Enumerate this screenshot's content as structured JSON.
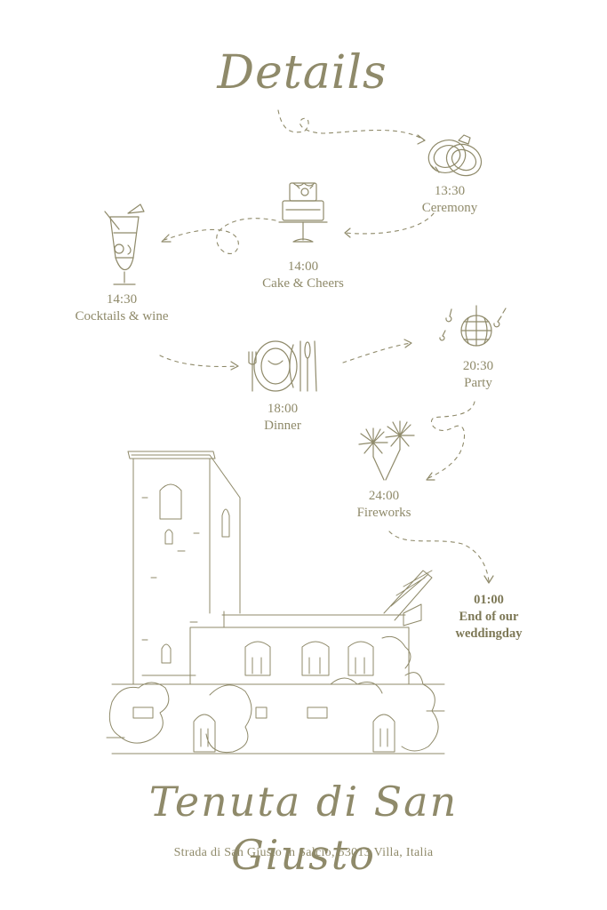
{
  "title": "Details",
  "events": [
    {
      "id": "ceremony",
      "time": "13:30",
      "label": "Ceremony",
      "icon": "wedding-rings-icon"
    },
    {
      "id": "cake",
      "time": "14:00",
      "label": "Cake & Cheers",
      "icon": "wedding-cake-icon"
    },
    {
      "id": "cocktails",
      "time": "14:30",
      "label": "Cocktails & wine",
      "icon": "cocktail-glass-icon"
    },
    {
      "id": "dinner",
      "time": "18:00",
      "label": "Dinner",
      "icon": "dinner-plate-cutlery-icon"
    },
    {
      "id": "party",
      "time": "20:30",
      "label": "Party",
      "icon": "disco-ball-icon"
    },
    {
      "id": "fireworks",
      "time": "24:00",
      "label": "Fireworks",
      "icon": "fireworks-icon"
    },
    {
      "id": "end",
      "time": "01:00",
      "label_line1": "End of our",
      "label_line2": "weddingday"
    }
  ],
  "venue": {
    "name": "Tenuta di San Giusto",
    "address": "Strada di San Giusto in Salcio, 53013 Villa, Italia",
    "illustration": "castle-estate-illustration"
  },
  "colors": {
    "ink": "#8f8a6a",
    "background": "#ffffff"
  }
}
